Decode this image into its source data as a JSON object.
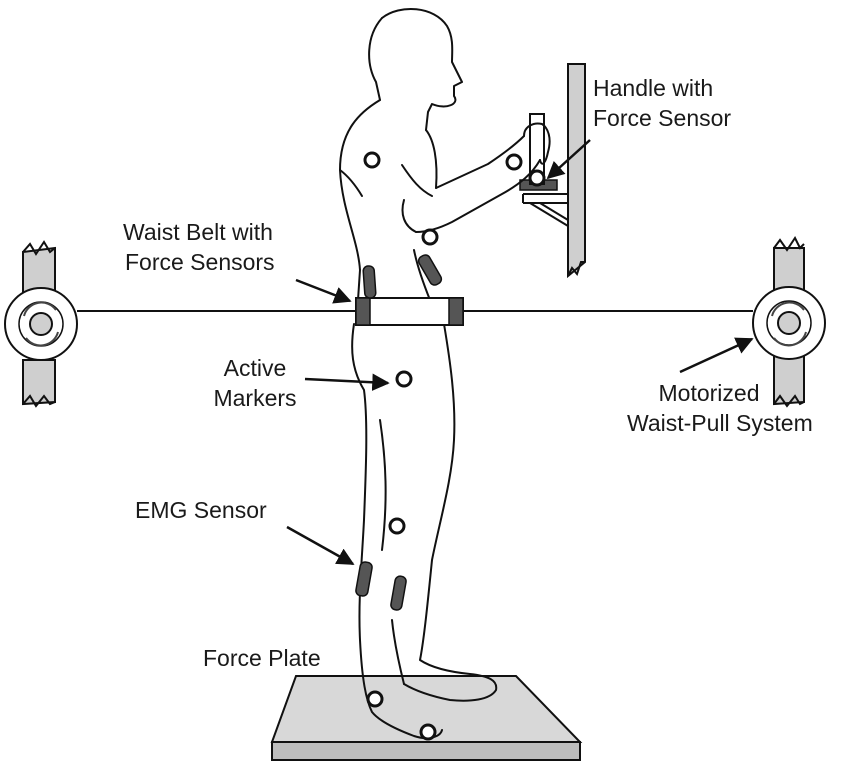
{
  "labels": {
    "handle_l1": "Handle with",
    "handle_l2": "Force Sensor",
    "waist_belt_l1": "Waist Belt with",
    "waist_belt_l2": "Force Sensors",
    "markers_l1": "Active",
    "markers_l2": "Markers",
    "motorized_l1": "Motorized",
    "motorized_l2": "Waist-Pull System",
    "emg": "EMG Sensor",
    "force_plate": "Force Plate"
  },
  "colors": {
    "line": "#111111",
    "sensor_fill": "#555555",
    "post_fill": "#cfcfcf",
    "plate_fill": "#d8d8d8",
    "belt_fill": "#ffffff",
    "marker_fill": "#ffffff"
  }
}
